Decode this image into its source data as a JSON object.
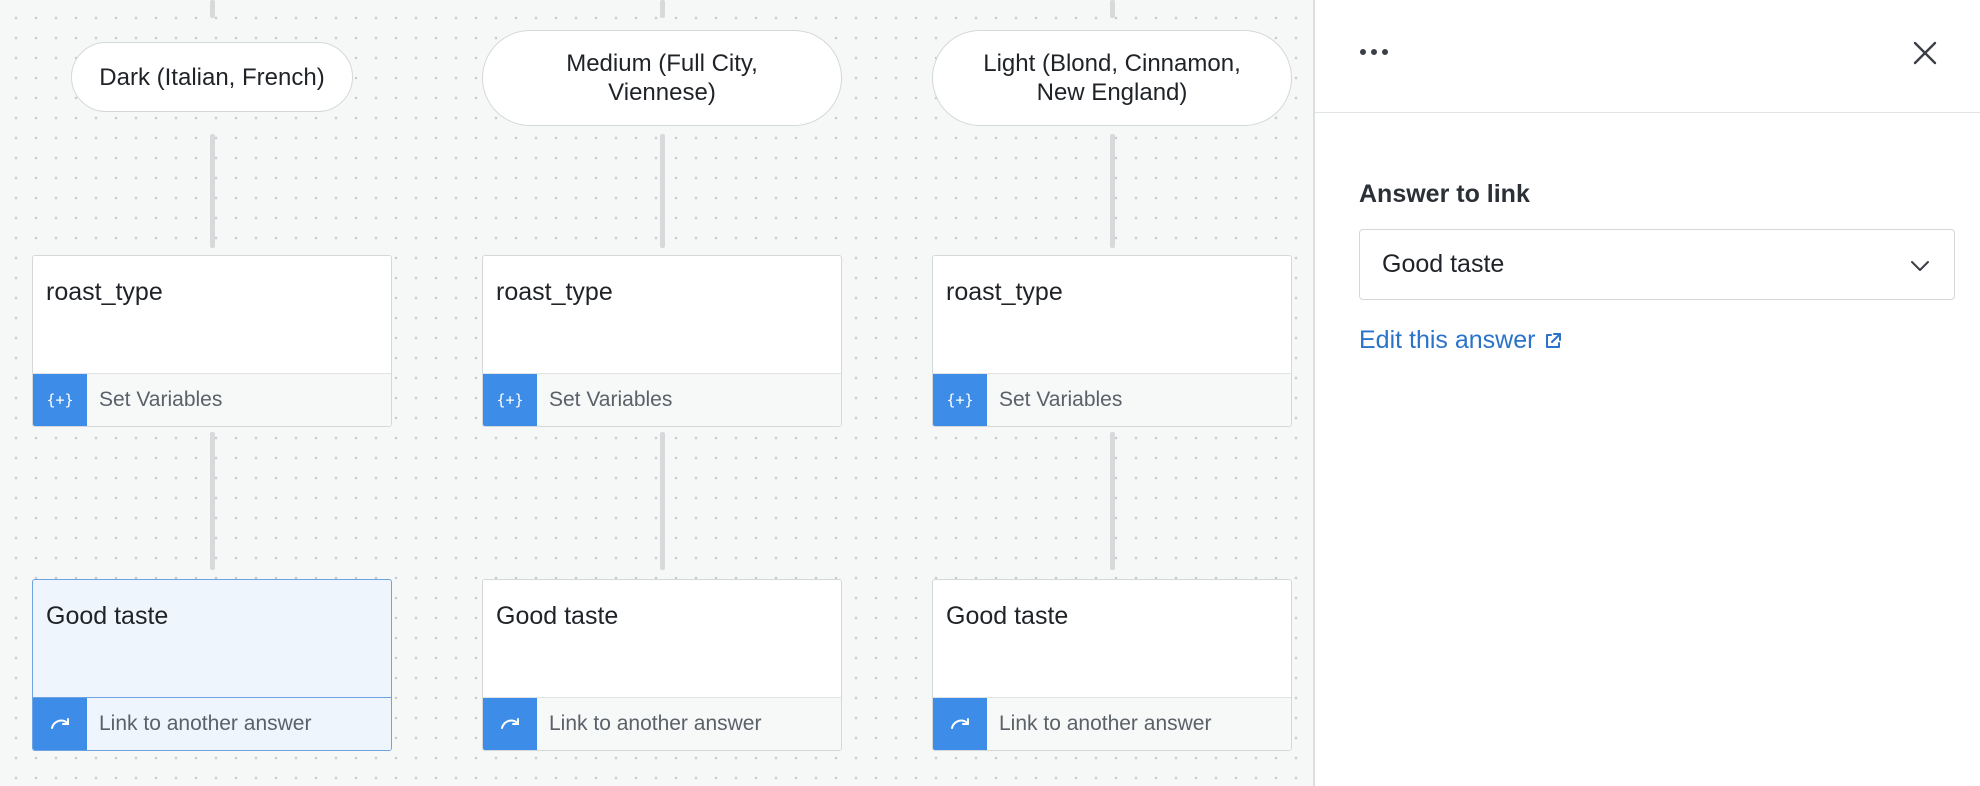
{
  "flow": {
    "columns": [
      {
        "pill": "Dark (Italian, French)",
        "variable_card": {
          "title": "roast_type",
          "action": "Set Variables",
          "icon": "{+}"
        },
        "answer_card": {
          "title": "Good taste",
          "action": "Link to another answer"
        }
      },
      {
        "pill": "Medium (Full City, Viennese)",
        "variable_card": {
          "title": "roast_type",
          "action": "Set Variables",
          "icon": "{+}"
        },
        "answer_card": {
          "title": "Good taste",
          "action": "Link to another answer"
        }
      },
      {
        "pill": "Light (Blond, Cinnamon, New England)",
        "variable_card": {
          "title": "roast_type",
          "action": "Set Variables",
          "icon": "{+}"
        },
        "answer_card": {
          "title": "Good taste",
          "action": "Link to another answer"
        }
      }
    ]
  },
  "panel": {
    "more_icon": "more-horizontal-icon",
    "close_icon": "close-icon",
    "field_label": "Answer to link",
    "selected_answer": "Good taste",
    "edit_link": "Edit this answer"
  },
  "colors": {
    "accent": "#3d8de8",
    "link": "#2a73c9",
    "selected_card_bg": "#eef5fd"
  }
}
